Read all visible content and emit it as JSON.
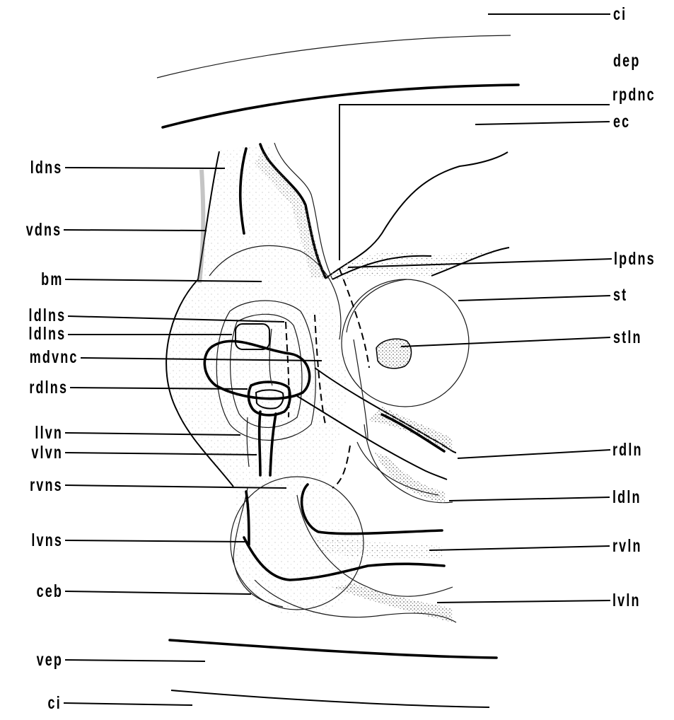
{
  "labels": {
    "left": {
      "ldns": "ldns",
      "vdns": "vdns",
      "bm": "bm",
      "ldlns_1": "ldlns",
      "ldlns_2": "ldlns",
      "mdvnc": "mdvnc",
      "rdlns": "rdlns",
      "llvn": "llvn",
      "vlvn": "vlvn",
      "rvns": "rvns",
      "lvns": "lvns",
      "ceb": "ceb",
      "vep": "vep",
      "ci_bottom": "ci"
    },
    "right": {
      "ci_top": "ci",
      "dep": "dep",
      "rpdnc": "rpdnc",
      "ec": "ec",
      "lpdns": "lpdns",
      "st": "st",
      "stln": "stln",
      "rdln": "rdln",
      "ldln": "ldln",
      "rvln": "rvln",
      "lvln": "lvln"
    }
  },
  "colors": {
    "ink": "#000000",
    "stipple": "#9a9a9a",
    "background": "#ffffff"
  }
}
